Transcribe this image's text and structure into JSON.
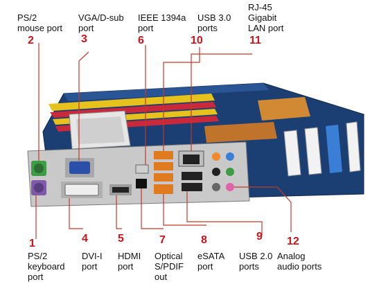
{
  "colors": {
    "callout_line": "#c0392b",
    "number": "#c8141b",
    "board_blue": "#1c3f73",
    "slot_yellow": "#e8c21c",
    "slot_red": "#c9293b",
    "heatsink_copper": "#c0732a",
    "port_purple": "#7e5aa8",
    "port_green": "#3e9c46",
    "vga_blue": "#2a4fa8",
    "usb3_orange": "#e07b1f"
  },
  "callouts": [
    {
      "num": "1",
      "lines": [
        "PS/2",
        "keyboard",
        "port"
      ]
    },
    {
      "num": "2",
      "lines": [
        "PS/2",
        "mouse port"
      ]
    },
    {
      "num": "3",
      "lines": [
        "VGA/D-sub",
        "port"
      ]
    },
    {
      "num": "4",
      "lines": [
        "DVI-I",
        "port"
      ]
    },
    {
      "num": "5",
      "lines": [
        "HDMI",
        "port"
      ]
    },
    {
      "num": "6",
      "lines": [
        "IEEE 1394a",
        "port"
      ]
    },
    {
      "num": "7",
      "lines": [
        "Optical",
        "S/PDIF",
        "out"
      ]
    },
    {
      "num": "8",
      "lines": [
        "eSATA",
        "port"
      ]
    },
    {
      "num": "9",
      "lines": [
        "USB 2.0",
        "ports"
      ]
    },
    {
      "num": "10",
      "lines": [
        "USB 3.0",
        "ports"
      ]
    },
    {
      "num": "11",
      "lines": [
        "RJ-45",
        "Gigabit",
        "LAN port"
      ]
    },
    {
      "num": "12",
      "lines": [
        "Analog",
        "audio ports"
      ]
    }
  ]
}
